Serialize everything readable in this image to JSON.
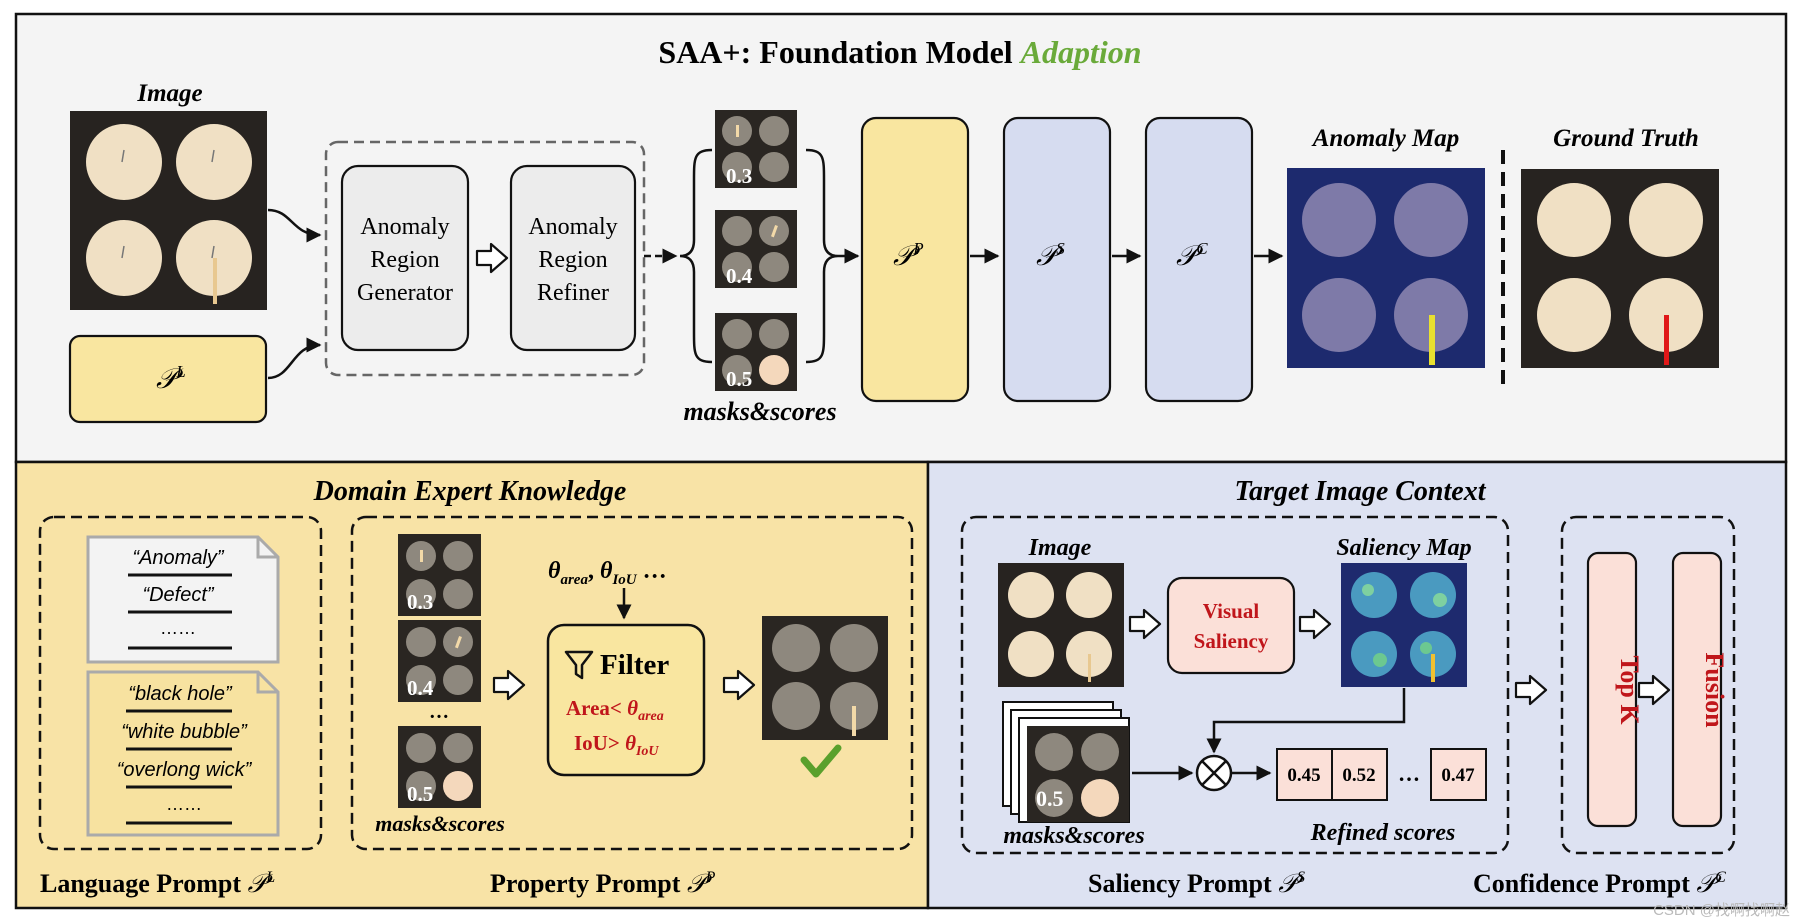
{
  "title": {
    "main": "SAA+: Foundation Model ",
    "accent": "Adaption",
    "accent_color": "#6aaa3a"
  },
  "top": {
    "image_label": "Image",
    "prompt_language_symbol": "𝒫",
    "prompt_language_sup": "L",
    "generator": [
      "Anomaly",
      "Region",
      "Generator"
    ],
    "refiner": [
      "Anomaly",
      "Region",
      "Refiner"
    ],
    "mask_scores": [
      "0.3",
      "0.4",
      "0.5"
    ],
    "masks_label": "masks&scores",
    "property_sup": "P",
    "saliency_sup": "S",
    "confidence_sup": "C",
    "anomaly_map_label": "Anomaly Map",
    "ground_truth_label": "Ground Truth"
  },
  "domain": {
    "heading": "Domain Expert Knowledge",
    "doc1_lines": [
      "“Anomaly”",
      "“Defect”",
      "……"
    ],
    "doc2_lines": [
      "“black hole”",
      "“white bubble”",
      "“overlong wick”",
      "……"
    ],
    "language_prompt_label": "Language Prompt ",
    "language_prompt_sup": "L",
    "mask_scores": [
      "0.3",
      "0.4",
      "0.5"
    ],
    "ellipsis": "…",
    "masks_label": "masks&scores",
    "theta_area": "θ",
    "theta_area_sub": "area",
    "theta_iou_sub": "IoU",
    "theta_tail": "…",
    "filter_title": "Filter",
    "filter_area": "Area< ",
    "filter_iou": "IoU> ",
    "property_prompt_label": "Property Prompt ",
    "property_prompt_sup": "P",
    "check_color": "#5aa02c"
  },
  "target": {
    "heading": "Target Image Context",
    "image_label": "Image",
    "saliency_map_label": "Saliency Map",
    "visual_saliency": [
      "Visual",
      "Saliency"
    ],
    "mask_score": "0.5",
    "masks_label": "masks&scores",
    "refined_values": [
      "0.45",
      "0.52",
      "0.47"
    ],
    "refined_ellipsis": "…",
    "refined_label": "Refined scores",
    "saliency_prompt_label": "Saliency Prompt ",
    "saliency_prompt_sup": "S",
    "top_k": "Top K",
    "fusion": "Fusion",
    "confidence_prompt_label": "Confidence Prompt ",
    "confidence_prompt_sup": "C",
    "accent_red": "#c0161b"
  },
  "watermark": "CSDN @找啊找啊赵"
}
